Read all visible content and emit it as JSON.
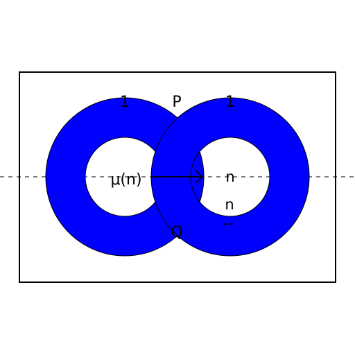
{
  "colors": {
    "ring_fill": "#0000ff",
    "ring_stroke": "#000000",
    "hole_fill": "#ffffff",
    "frame_stroke": "#000000",
    "axis_stroke": "#000000",
    "arrow_stroke": "#000000"
  },
  "labels": {
    "left_top": "1",
    "right_top": "1",
    "intersection_top": "P",
    "intersection_bottom": "Q",
    "mapping": "μ(n)",
    "right_center": "n",
    "right_lower": "n",
    "right_lower_bar": "--"
  }
}
